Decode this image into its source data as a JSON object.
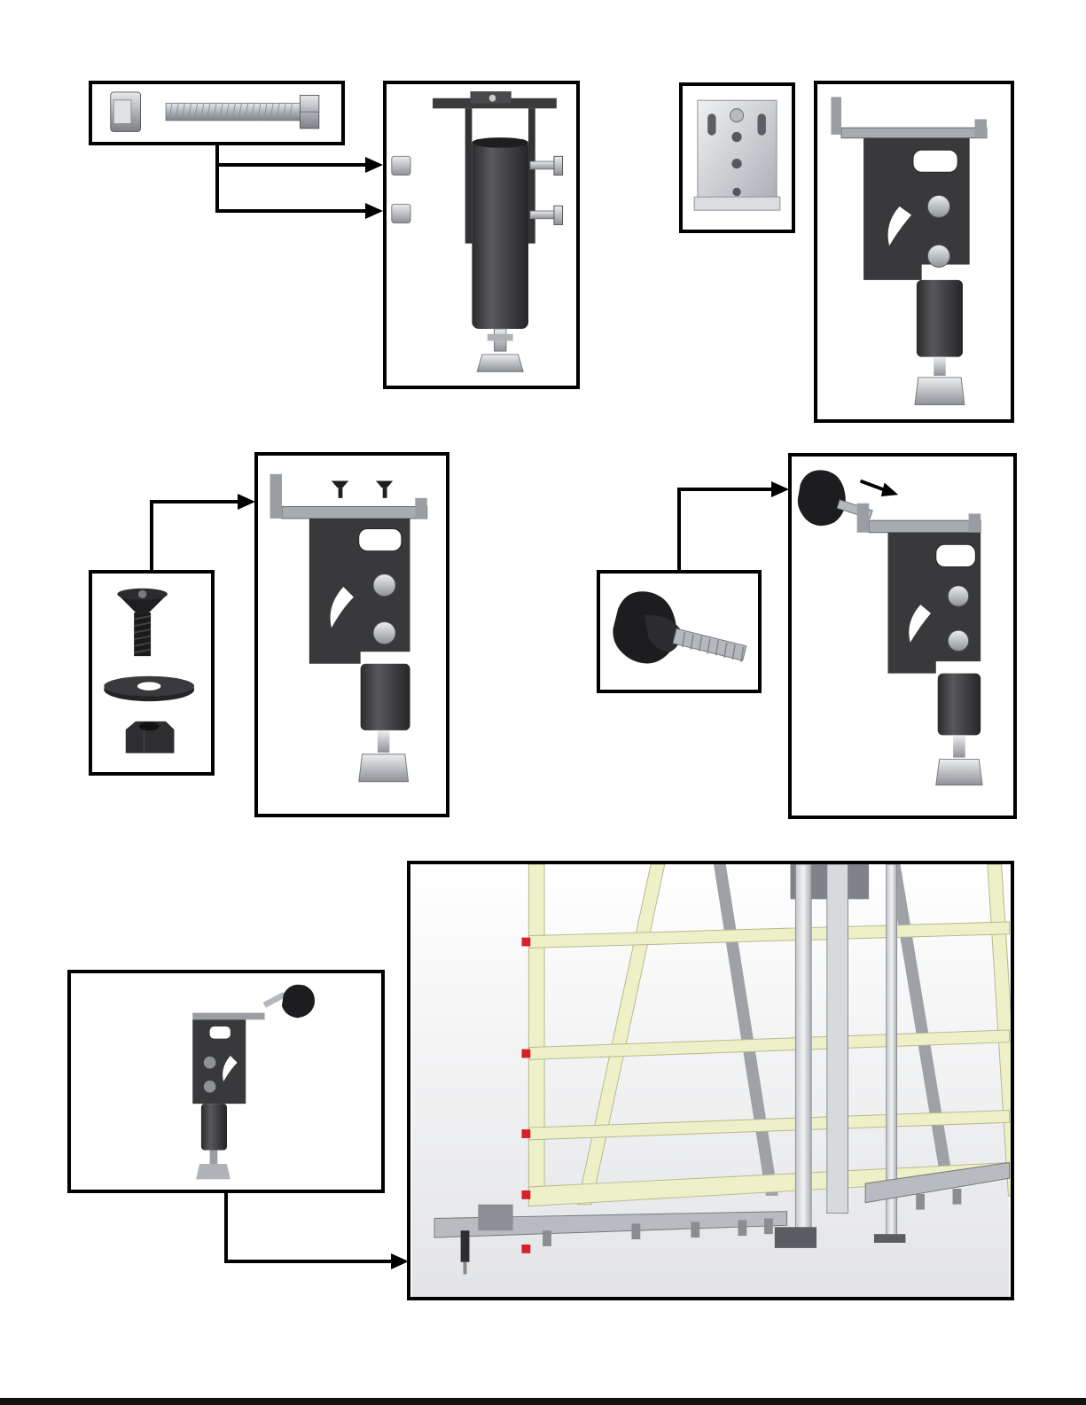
{
  "page": {
    "figures": [
      {
        "id": "bolt-and-nut-parts"
      },
      {
        "id": "leg-with-bolts-exploded"
      },
      {
        "id": "mounting-plate"
      },
      {
        "id": "leg-assembled"
      },
      {
        "id": "screw-washer-nut-parts"
      },
      {
        "id": "leg-with-flat-screws"
      },
      {
        "id": "knob-part"
      },
      {
        "id": "leg-with-knob"
      },
      {
        "id": "leg-assembly-small"
      },
      {
        "id": "panel-saw-frame"
      }
    ]
  },
  "colors": {
    "outline": "#000000",
    "steel_dark": "#3b3b3d",
    "zinc": "#c9ccd0",
    "wood_frame": "#eef0c8",
    "rail_gray": "#9a9ea3",
    "red_stop": "#d6202a"
  },
  "icons": [
    "bolt-icon",
    "flange-nut-icon",
    "knob-icon",
    "arrow-right-icon"
  ]
}
